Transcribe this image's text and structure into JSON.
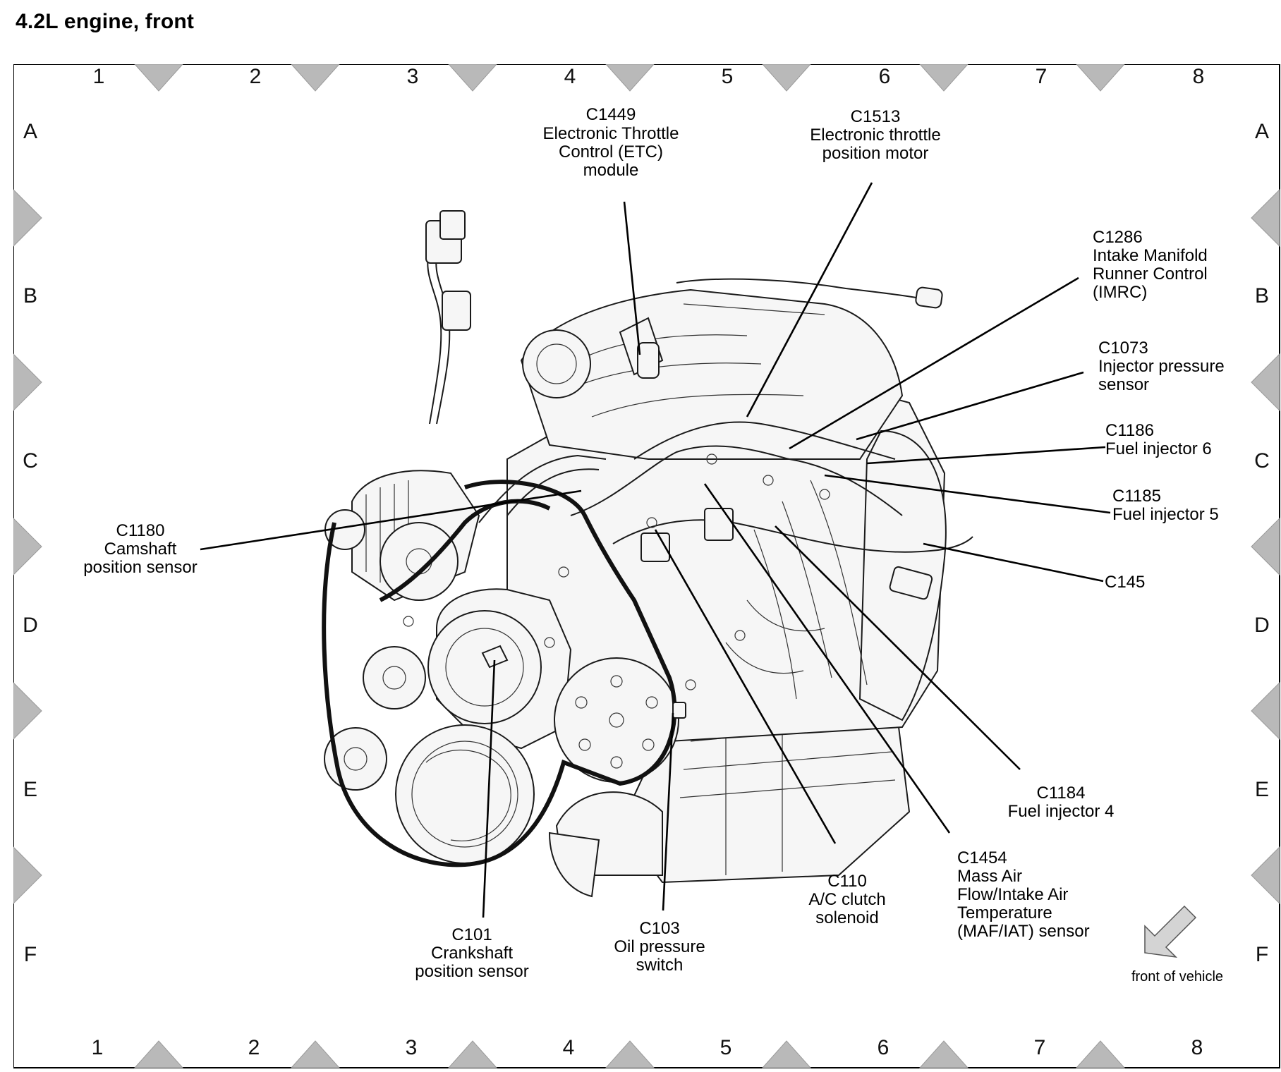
{
  "title": "4.2L  engine,  front",
  "grid": {
    "columns": [
      "1",
      "2",
      "3",
      "4",
      "5",
      "6",
      "7",
      "8"
    ],
    "rows": [
      "A",
      "B",
      "C",
      "D",
      "E",
      "F"
    ]
  },
  "connectors": [
    {
      "id": "C1449",
      "lines": [
        "C1449",
        "Electronic Throttle",
        "Control (ETC)",
        "module"
      ]
    },
    {
      "id": "C1513",
      "lines": [
        "C1513",
        "Electronic throttle",
        "position motor"
      ]
    },
    {
      "id": "C1286",
      "lines": [
        "C1286",
        "Intake Manifold",
        "Runner Control",
        "(IMRC)"
      ]
    },
    {
      "id": "C1073",
      "lines": [
        "C1073",
        "Injector pressure",
        "sensor"
      ]
    },
    {
      "id": "C1186",
      "lines": [
        "C1186",
        "Fuel injector 6"
      ]
    },
    {
      "id": "C1185",
      "lines": [
        "C1185",
        "Fuel injector 5"
      ]
    },
    {
      "id": "C145",
      "lines": [
        "C145"
      ]
    },
    {
      "id": "C1180",
      "lines": [
        "C1180",
        "Camshaft",
        "position sensor"
      ]
    },
    {
      "id": "C1184",
      "lines": [
        "C1184",
        "Fuel injector 4"
      ]
    },
    {
      "id": "C1454",
      "lines": [
        "C1454",
        "Mass Air",
        "Flow/Intake Air",
        "Temperature",
        "(MAF/IAT) sensor"
      ]
    },
    {
      "id": "C110",
      "lines": [
        "C110",
        "A/C clutch",
        "solenoid"
      ]
    },
    {
      "id": "C103",
      "lines": [
        "C103",
        "Oil pressure",
        "switch"
      ]
    },
    {
      "id": "C101",
      "lines": [
        "C101",
        "Crankshaft",
        "position sensor"
      ]
    }
  ],
  "orientation": {
    "label": "front of vehicle",
    "icon": "arrow-down-left-icon"
  },
  "colors": {
    "line": "#000000",
    "marker": "#b9b9b9",
    "background": "#ffffff"
  }
}
